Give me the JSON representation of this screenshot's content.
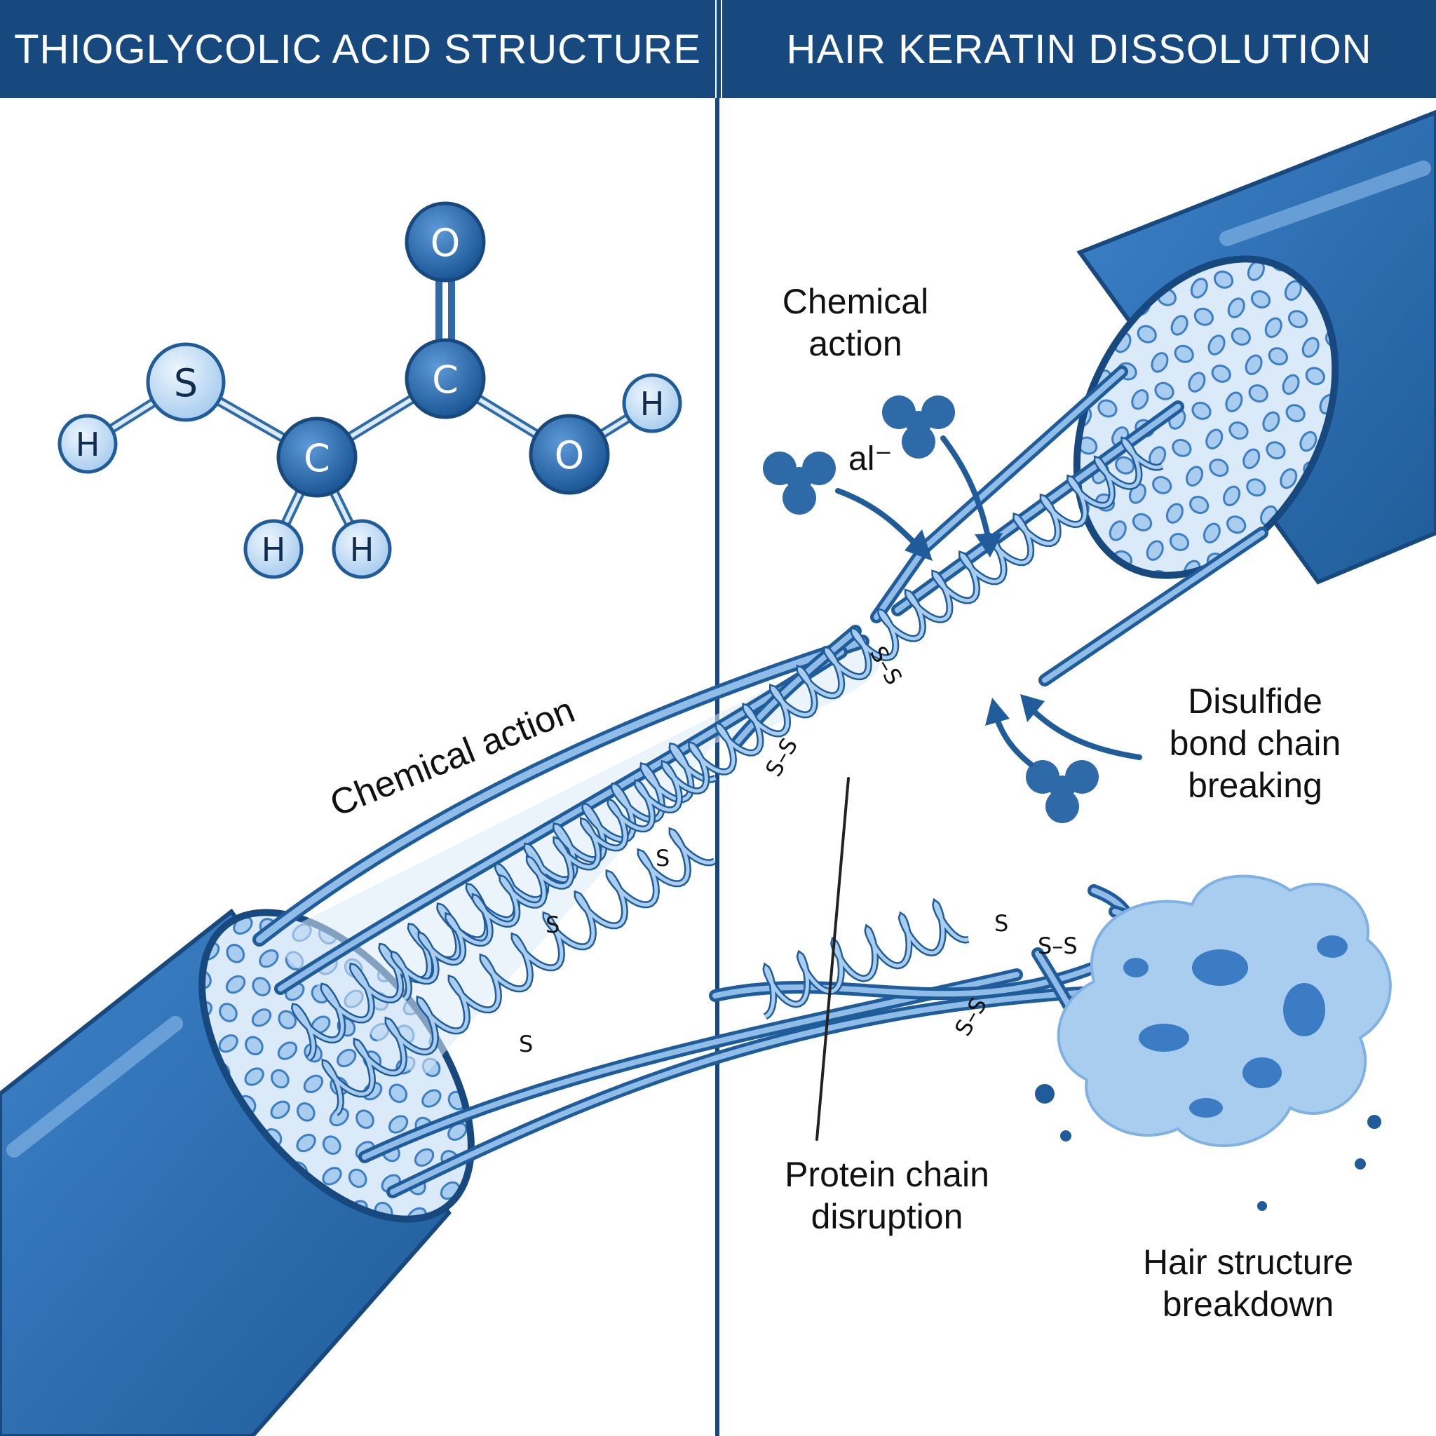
{
  "panels": {
    "left_title": "THIOGLYCOLIC ACID STRUCTURE",
    "right_title": "HAIR KERATIN DISSOLUTION"
  },
  "molecule": {
    "atoms": {
      "o_top": "O",
      "c_carbonyl": "C",
      "o_hydroxyl": "O",
      "h_hydroxyl": "H",
      "s": "S",
      "h_thiol": "H",
      "c_methylene": "C",
      "h1": "H",
      "h2": "H"
    }
  },
  "labels": {
    "chemical_action_left": "Chemical action",
    "chemical_action_right_line1": "Chemical",
    "chemical_action_right_line2": "action",
    "ion": "al⁻",
    "disulfide_line1": "Disulfide",
    "disulfide_line2": "bond chain",
    "disulfide_line3": "breaking",
    "protein_line1": "Protein chain",
    "protein_line2": "disruption",
    "breakdown_line1": "Hair structure",
    "breakdown_line2": "breakdown"
  },
  "bonds": {
    "s1": "S",
    "s2": "S",
    "s3": "S",
    "ss1": "S–S",
    "ss2": "S–S",
    "ss3": "S–S",
    "s4": "S",
    "ss4": "S–S"
  },
  "colors": {
    "header": "#17497f",
    "dark_blue": "#1f5c99",
    "mid_blue": "#3b7cc4",
    "light_blue": "#a9cdef",
    "pale_blue": "#dbeaf8"
  }
}
